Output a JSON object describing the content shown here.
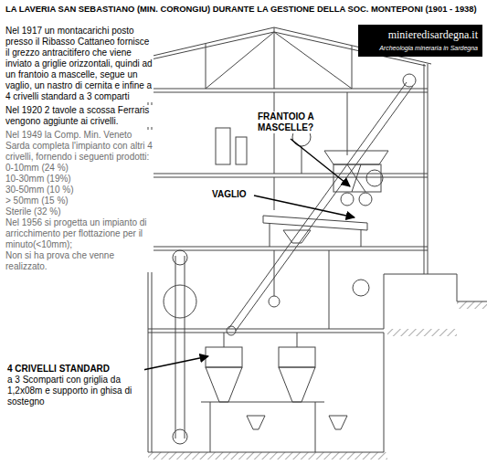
{
  "diagram": {
    "title": "LA LAVERIA SAN SEBASTIANO (MIN. CORONGIU) DURANTE LA GESTIONE DELLA SOC. MONTEPONI (1901 - 1938)",
    "nodes": [
      {
        "text": [
          "minieredisardegna.it",
          "Archeologia mineraria in Sardegna"
        ]
      }
    ],
    "edges": [],
    "labels": [
      "Nel 1917 un montacarichi posto presso il Ribasso Cattaneo fornisce il grezzo antracitifero che viene inviato a griglie orizzontali, quindi ad un frantoio a mascelle, segue un vaglio, un nastro di cernita e infine a 4 crivelli standard a 3 comparti",
      "Nel 1920 2 tavole a scossa Ferraris vengono aggiunte ai crivelli.",
      "Nel 1949 la Comp. Min. Veneto Sarda completa l'impianto con altri 4 crivelli, fornendo i seguenti prodotti:",
      "0-10mm (24 %)",
      "10-30mm (19%)",
      "30-50mm (10 %)",
      "> 50mm (15 %)",
      "Sterile (32 %)",
      "Nel 1956 si progetta un impianto di arricchimento per flottazione per il minuto(<10mm);",
      "Non si ha prova che venne realizzato.",
      "FRANTOIO A MASCELLE?",
      "VAGLIO",
      "4 CRIVELLI STANDARD",
      "a 3 Scomparti con griglia da 1,2x08m e supporto in ghisa di sostegno"
    ]
  }
}
